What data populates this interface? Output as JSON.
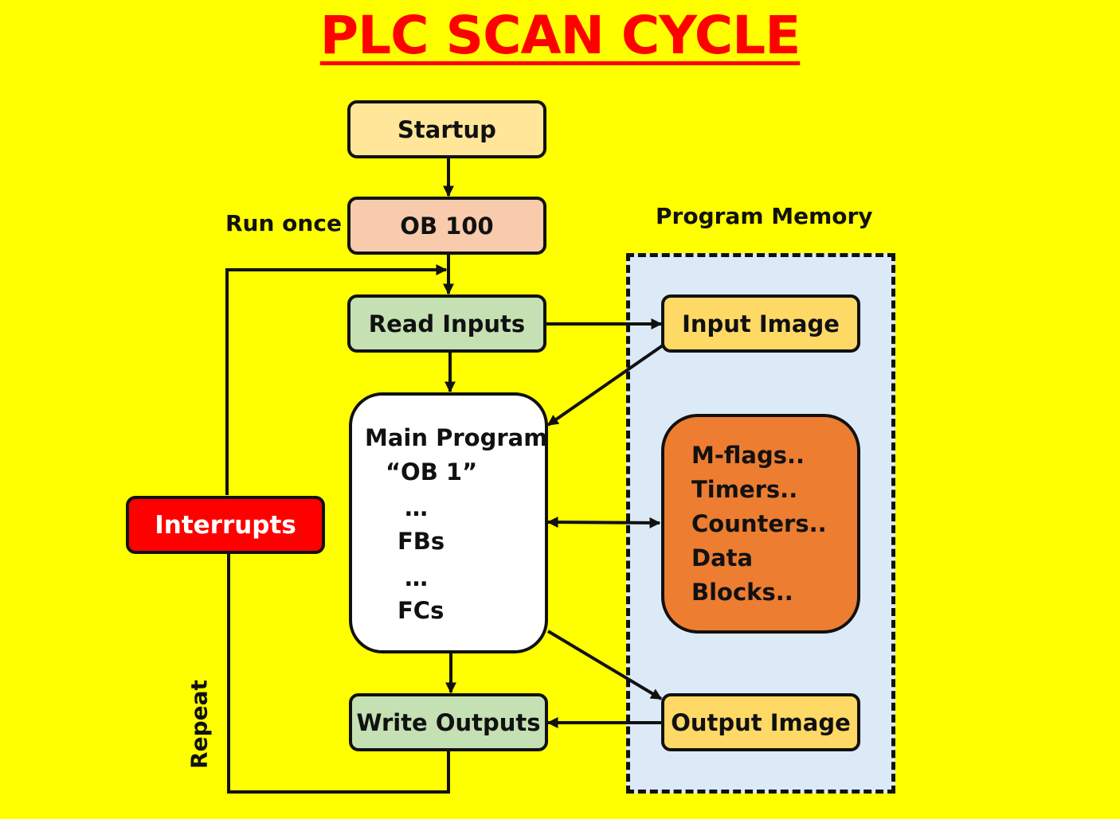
{
  "title": "PLC SCAN CYCLE",
  "colors": {
    "background": "#ffff00",
    "title": "#ff0000",
    "startup": "#ffe699",
    "ob100": "#f8cbad",
    "io_step": "#c5e0b3",
    "main_program": "#ffffff",
    "image_box": "#ffd966",
    "data_area": "#ed7d31",
    "interrupts": "#ff0000",
    "memory_region": "#dce9f7"
  },
  "nodes": {
    "startup": "Startup",
    "ob100": "OB 100",
    "read_inputs": "Read Inputs",
    "main_program": {
      "title": "Main Program",
      "ob": "“OB 1”",
      "dots1": "…",
      "fbs": "FBs",
      "dots2": "…",
      "fcs": "FCs"
    },
    "write_outputs": "Write Outputs",
    "interrupts": "Interrupts",
    "input_image": "Input Image",
    "output_image": "Output Image",
    "data_area": [
      "M-flags..",
      "Timers..",
      "Counters..",
      "Data Blocks.."
    ]
  },
  "labels": {
    "run_once": "Run once",
    "program_memory": "Program Memory",
    "repeat": "Repeat"
  }
}
